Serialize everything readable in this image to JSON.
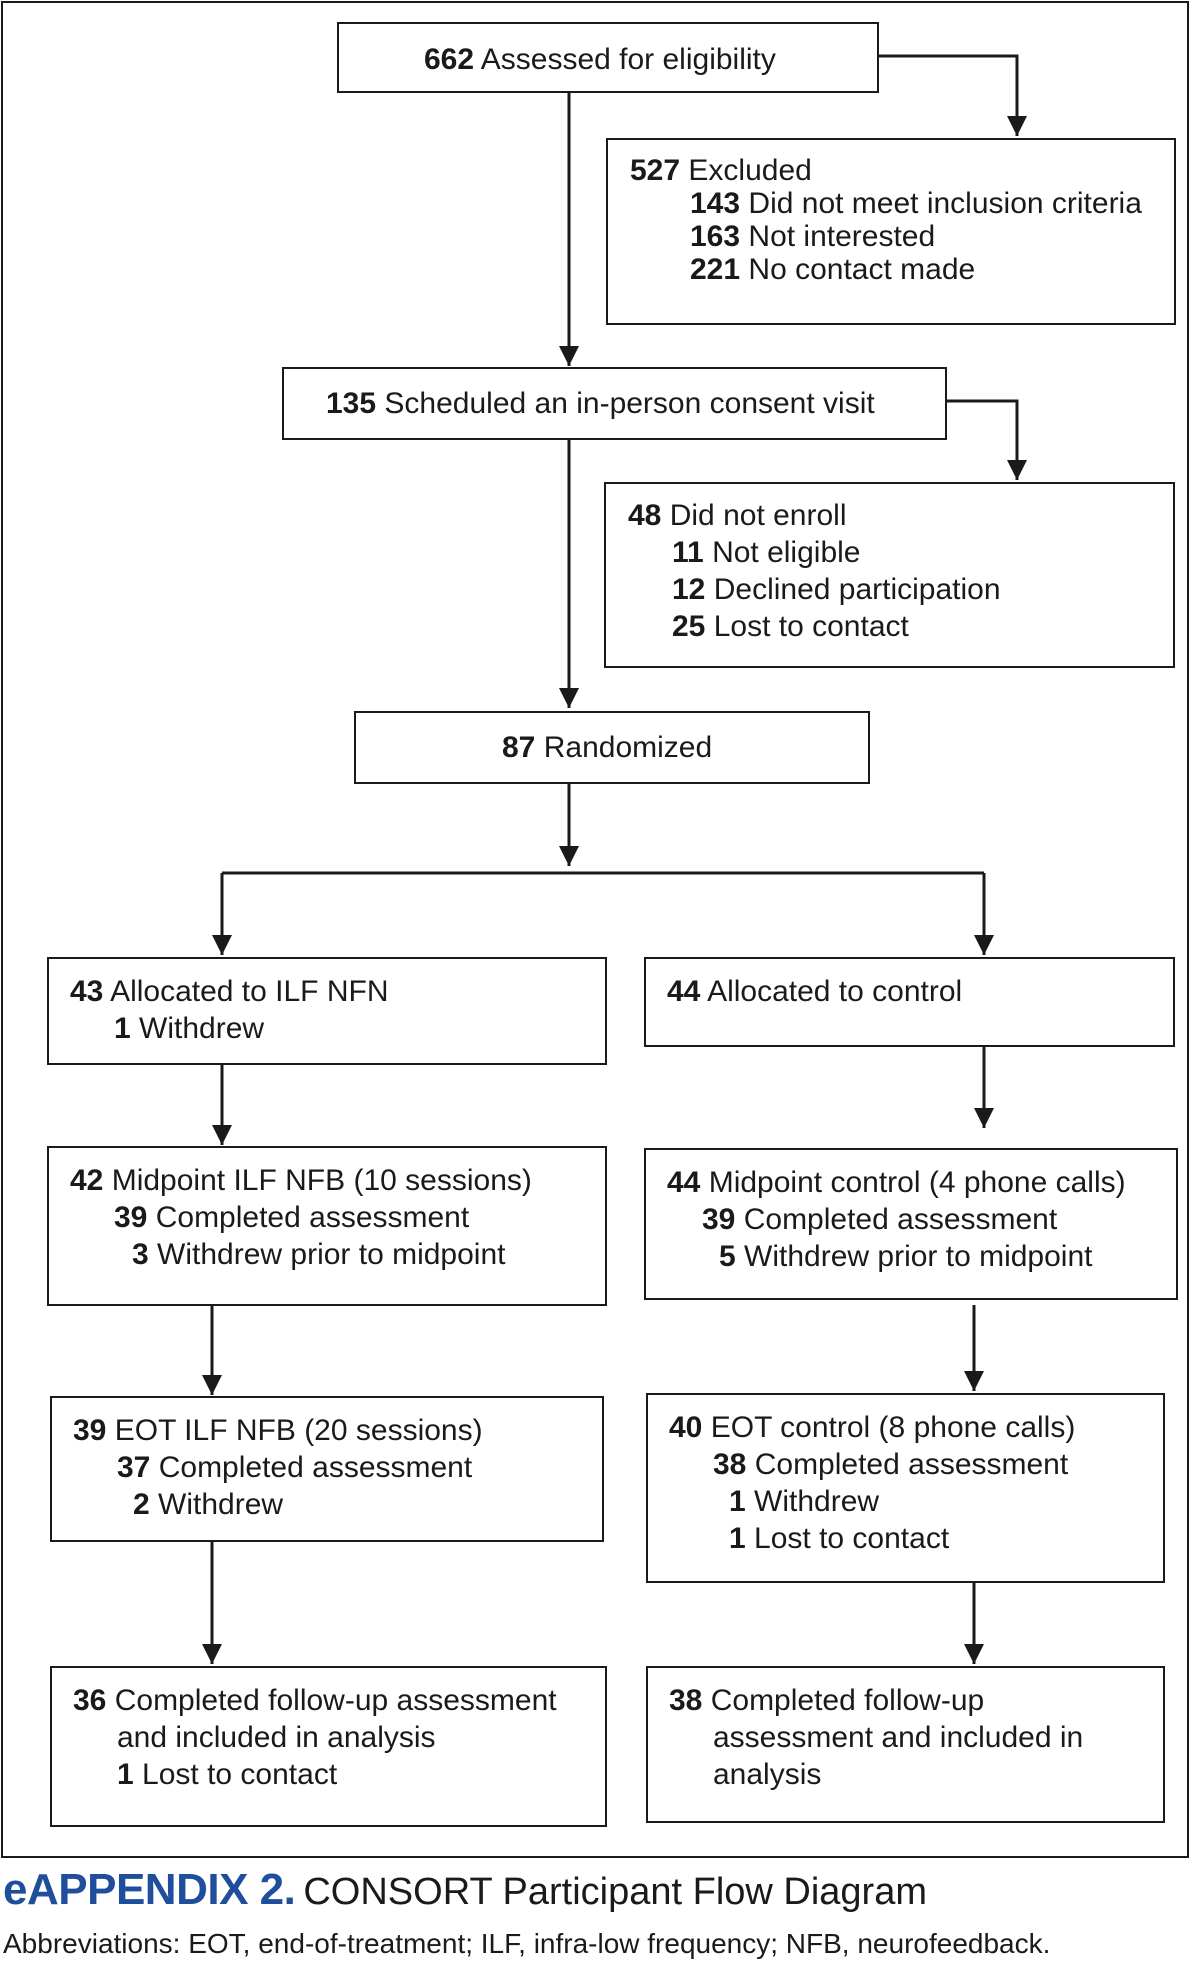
{
  "nodes": {
    "assessed": {
      "lines": [
        {
          "num": "662",
          "text": "Assessed for eligibility"
        }
      ]
    },
    "excluded": {
      "lines": [
        {
          "num": "527",
          "text": "Excluded"
        },
        {
          "num": "143",
          "text": "Did not meet inclusion criteria"
        },
        {
          "num": "163",
          "text": "Not interested"
        },
        {
          "num": "221",
          "text": "No contact made"
        }
      ]
    },
    "scheduled": {
      "lines": [
        {
          "num": "135",
          "text": "Scheduled an in-person consent visit"
        }
      ]
    },
    "not_enrolled": {
      "lines": [
        {
          "num": "48",
          "text": "Did not enroll"
        },
        {
          "num": "11",
          "text": "Not eligible"
        },
        {
          "num": "12",
          "text": "Declined participation"
        },
        {
          "num": "25",
          "text": "Lost to contact"
        }
      ]
    },
    "randomized": {
      "lines": [
        {
          "num": "87",
          "text": "Randomized"
        }
      ]
    },
    "alloc_ilf": {
      "lines": [
        {
          "num": "43",
          "text": "Allocated to ILF NFN"
        },
        {
          "num": "1",
          "text": "Withdrew"
        }
      ]
    },
    "alloc_control": {
      "lines": [
        {
          "num": "44",
          "text": "Allocated to control"
        }
      ]
    },
    "mid_ilf": {
      "lines": [
        {
          "num": "42",
          "text": "Midpoint ILF NFB (10 sessions)"
        },
        {
          "num": "39",
          "text": "Completed assessment"
        },
        {
          "num": "3",
          "text": "Withdrew prior to midpoint"
        }
      ]
    },
    "mid_control": {
      "lines": [
        {
          "num": "44",
          "text": "Midpoint control (4 phone calls)"
        },
        {
          "num": "39",
          "text": "Completed assessment"
        },
        {
          "num": "5",
          "text": "Withdrew prior to midpoint"
        }
      ]
    },
    "eot_ilf": {
      "lines": [
        {
          "num": "39",
          "text": "EOT ILF NFB (20 sessions)"
        },
        {
          "num": "37",
          "text": "Completed assessment"
        },
        {
          "num": "2",
          "text": "Withdrew"
        }
      ]
    },
    "eot_control": {
      "lines": [
        {
          "num": "40",
          "text": "EOT control (8 phone calls)"
        },
        {
          "num": "38",
          "text": "Completed assessment"
        },
        {
          "num": "1",
          "text": "Withdrew"
        },
        {
          "num": "1",
          "text": "Lost to contact"
        }
      ]
    },
    "fu_ilf": {
      "lines": [
        {
          "num": "36",
          "text": "Completed follow-up assessment"
        },
        {
          "num": "",
          "text": "and included in analysis"
        },
        {
          "num": "1",
          "text": "Lost to contact"
        }
      ]
    },
    "fu_control": {
      "lines": [
        {
          "num": "38",
          "text": "Completed follow-up"
        },
        {
          "num": "",
          "text": "assessment and included in"
        },
        {
          "num": "",
          "text": "analysis"
        }
      ]
    }
  },
  "caption": {
    "label": "eAPPENDIX 2.",
    "title": "CONSORT Participant Flow Diagram",
    "abbreviations": "Abbreviations: EOT, end-of-treatment; ILF, infra-low frequency; NFB, neurofeedback."
  },
  "colors": {
    "caption_label": "#1f4e9c",
    "stroke": "#1a1a1a"
  }
}
